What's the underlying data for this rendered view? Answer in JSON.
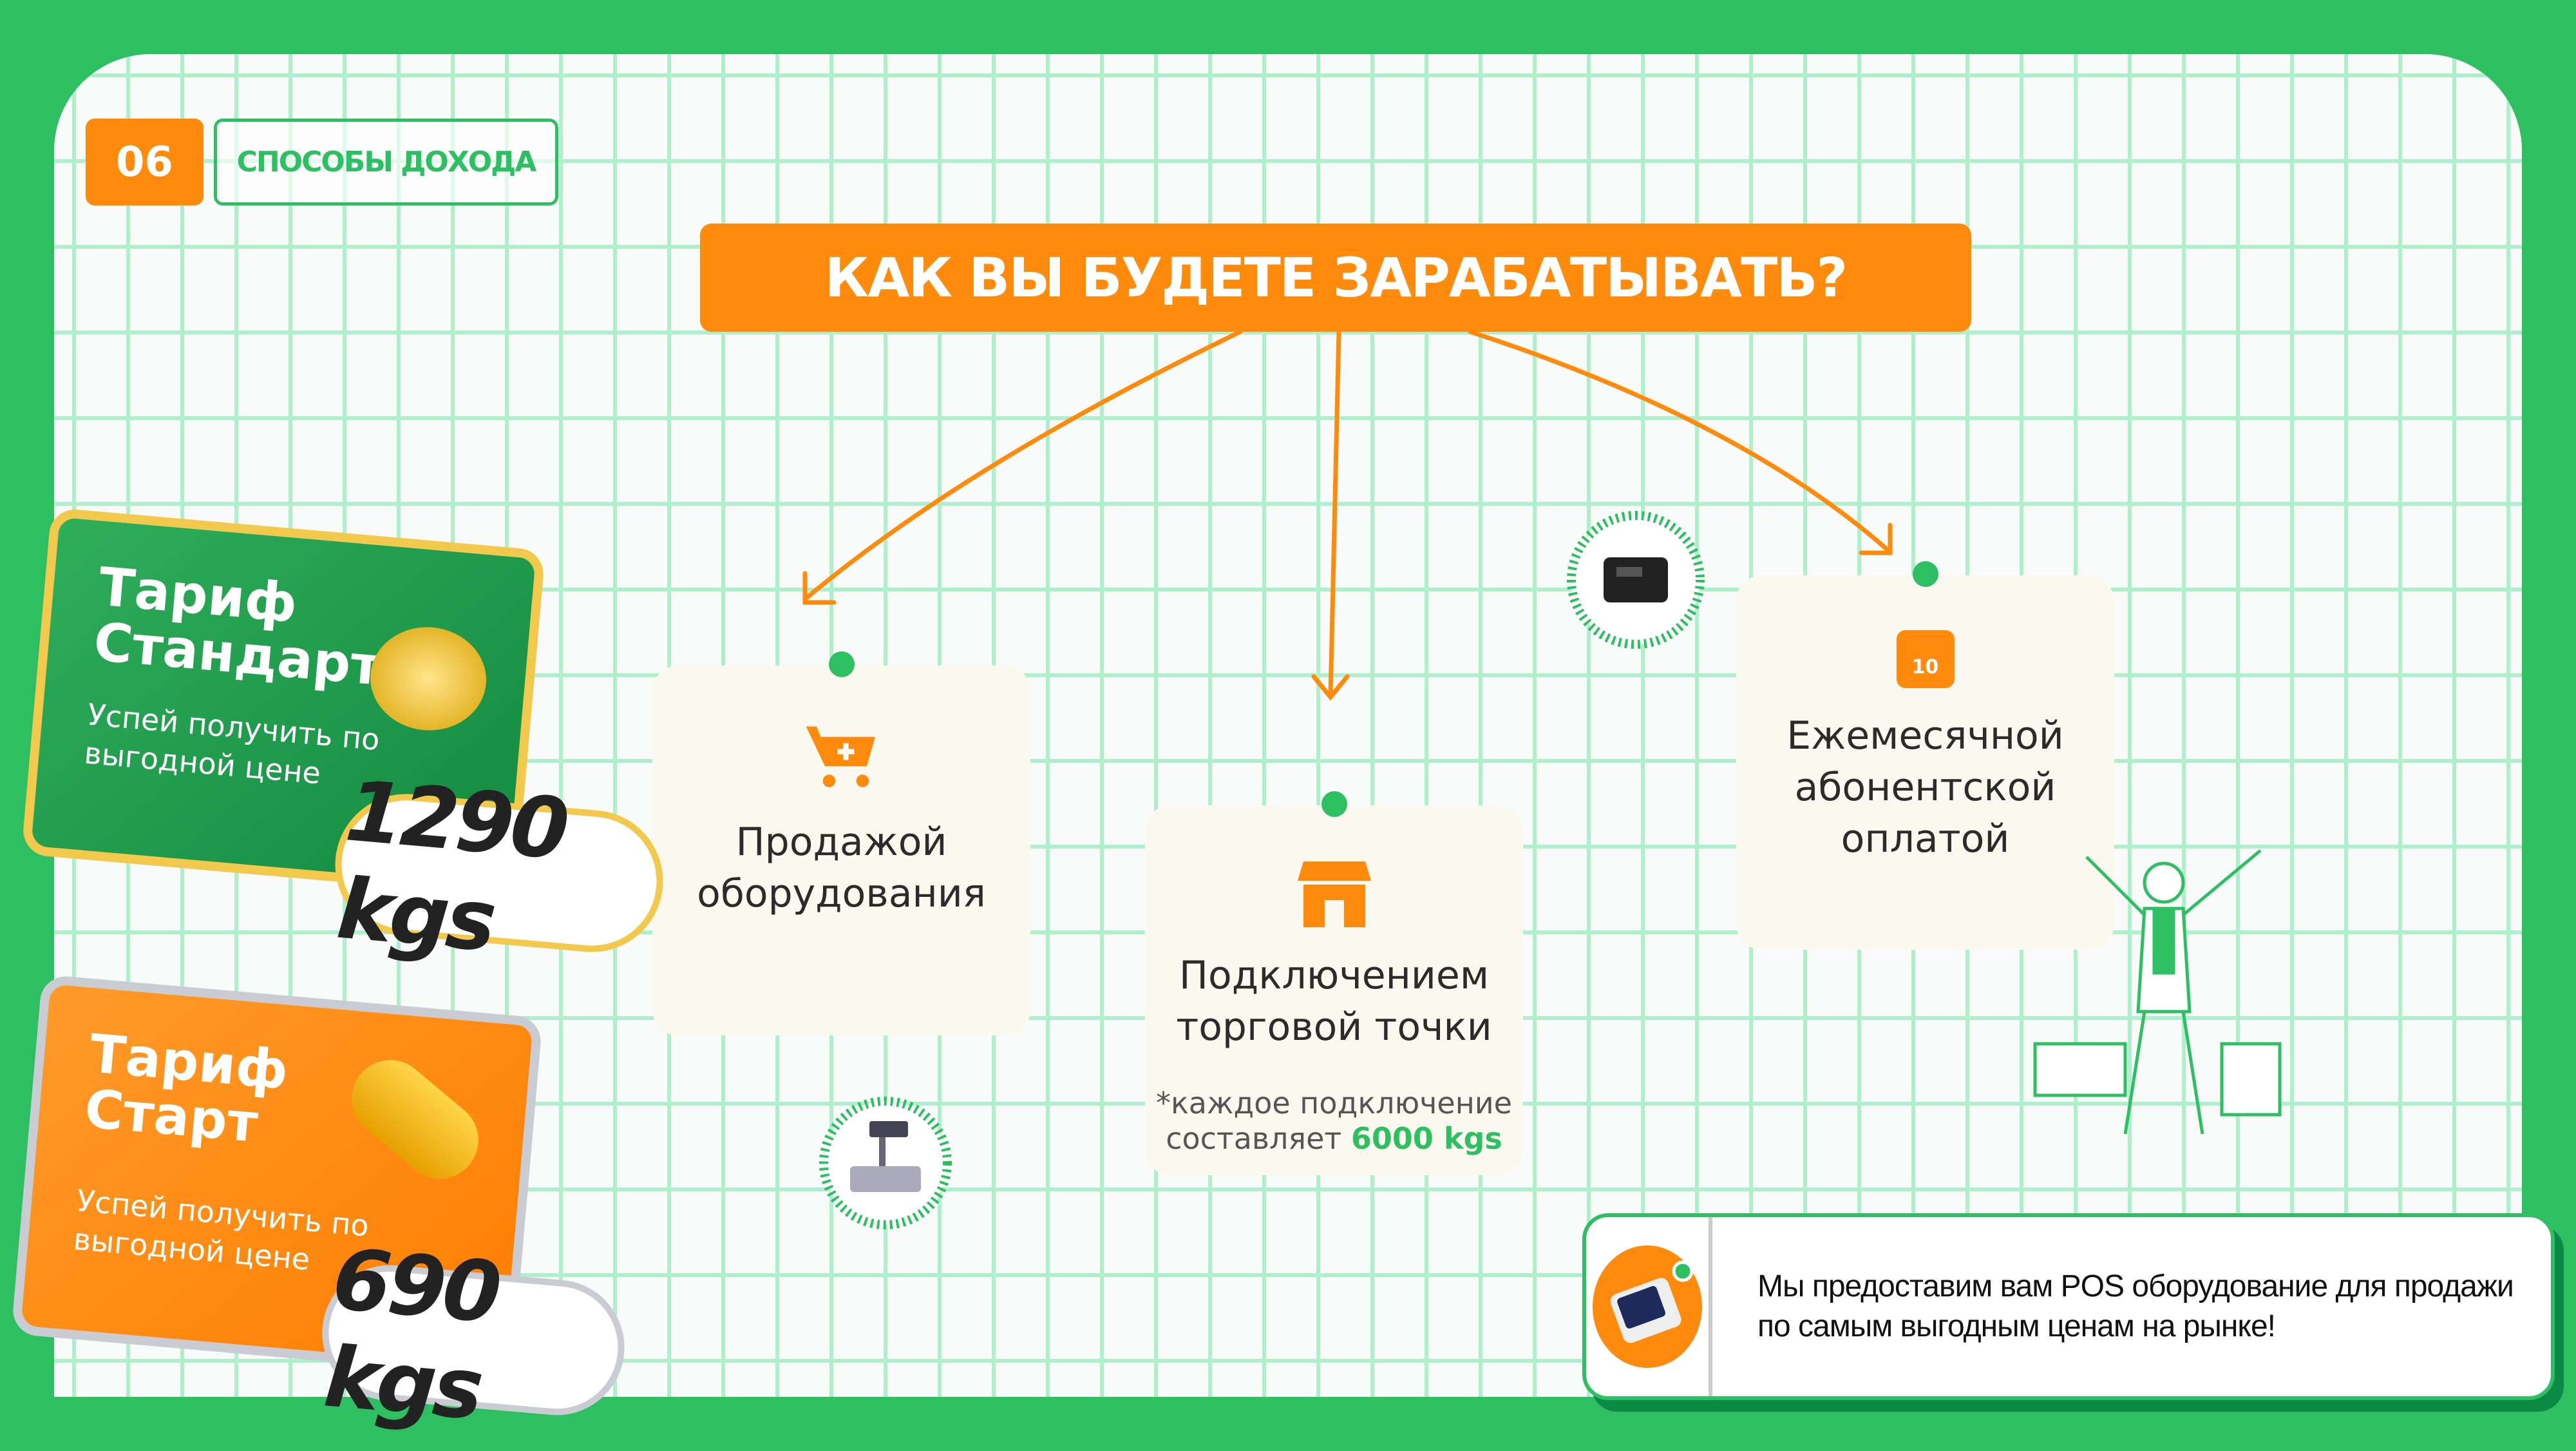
{
  "section": {
    "number": "06",
    "label": "СПОСОБЫ ДОХОДА"
  },
  "title": "КАК ВЫ БУДЕТЕ ЗАРАБАТЫВАТЬ?",
  "ways": [
    {
      "icon": "cart-icon",
      "text": "Продажой оборудования"
    },
    {
      "icon": "store-icon",
      "text": "Подключением торговой точки",
      "note_prefix": "*каждое подключение составляет ",
      "note_value": "6000 kgs"
    },
    {
      "icon": "calendar-icon",
      "icon_text": "10",
      "text": "Ежемесячной абонентской оплатой"
    }
  ],
  "tariffs": [
    {
      "name": "Тариф Стандарт",
      "subtitle": "Успей получить по выгодной цене",
      "price": "1290 kgs",
      "color": "#1f9b4e"
    },
    {
      "name": "Тариф Старт",
      "subtitle": "Успей получить по выгодной цене",
      "price": "690 kgs",
      "color": "#ff8a0c"
    }
  ],
  "info": "Мы предоставим вам POS оборудование для продажи по самым выгодным ценам на рынке!",
  "colors": {
    "green": "#2fbf63",
    "orange": "#ff8a0c"
  }
}
